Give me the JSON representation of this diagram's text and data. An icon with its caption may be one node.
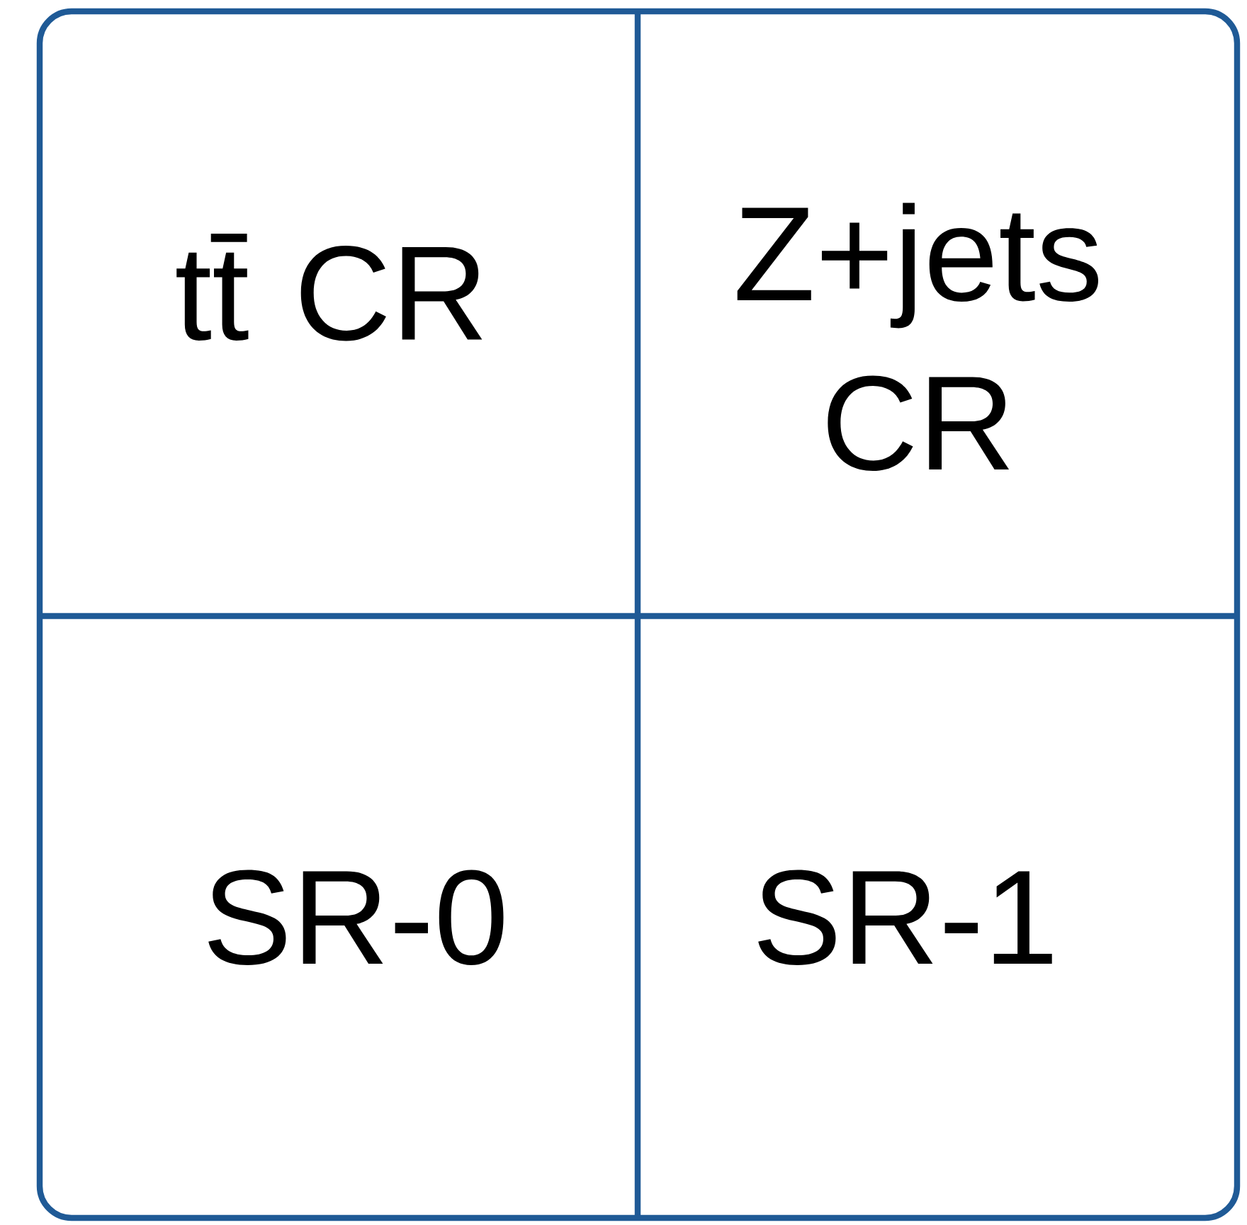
{
  "diagram": {
    "nodes": [
      {
        "text": [],
        "shape": "box"
      },
      {
        "text": [
          "tt̄ CR"
        ],
        "in": 0
      },
      {
        "text": [
          "Z+jets CR"
        ],
        "in": 0
      },
      {
        "text": [
          "SR-0"
        ],
        "in": 0
      },
      {
        "text": [
          "SR-1"
        ],
        "in": 0
      }
    ]
  }
}
